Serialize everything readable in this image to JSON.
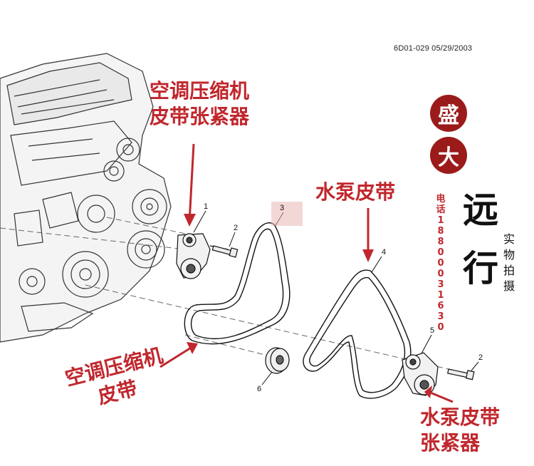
{
  "diagram": {
    "ref_code": "6D01-029  05/29/2003",
    "labels": {
      "ac_tensioner_line1": "空调压缩机",
      "ac_tensioner_line2": "皮带张紧器",
      "water_pump_belt": "水泵皮带",
      "ac_belt_line1": "空调压缩机",
      "ac_belt_line2": "皮带",
      "wp_tensioner_line1": "水泵皮带",
      "wp_tensioner_line2": "张紧器"
    },
    "callouts": [
      "1",
      "2",
      "3",
      "4",
      "5",
      "2",
      "6"
    ],
    "label_color": "#c0272d"
  },
  "watermark": {
    "stamp_top": "盛",
    "stamp_bottom": "大",
    "phone": "电话18800031630",
    "brush_1": "远",
    "brush_2": "行",
    "photo_text": "实物拍摄"
  }
}
